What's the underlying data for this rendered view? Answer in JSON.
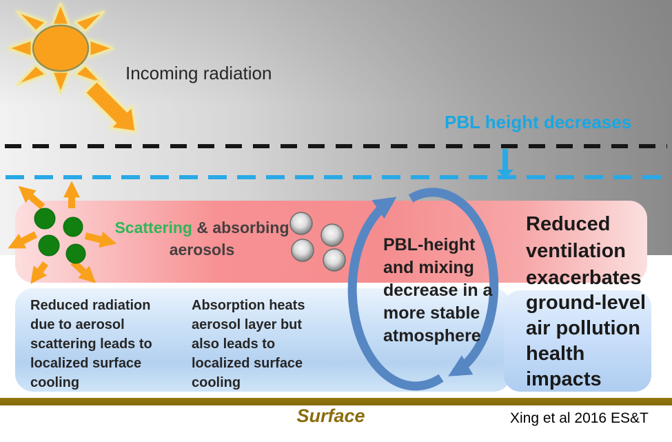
{
  "header": {
    "incoming_radiation": "Incoming radiation",
    "pbl_height_decreases": "PBL height decreases"
  },
  "aerosol_band": {
    "scattering": "Scattering",
    "absorbing_rest": " & absorbing",
    "line2": "aerosols"
  },
  "text_blocks": {
    "scattering_cooling": "Reduced radiation\ndue to aerosol\nscattering leads to\nlocalized surface\ncooling",
    "absorption_cooling": "Absorption heats\naerosol layer but\nalso leads to\nlocalized surface\ncooling",
    "pbl_mixing": "PBL-height\nand mixing\ndecrease in a\nmore stable\natmosphere",
    "reduced_ventilation": "Reduced\nventilation\nexacerbates",
    "ground_level_impacts": "ground-level\nair pollution\nhealth\nimpacts"
  },
  "footer": {
    "surface": "Surface",
    "citation": "Xing et al 2016 ES&T"
  },
  "icons": {
    "sun": "sun-icon",
    "incoming_arrow": "incoming-radiation-arrow-icon",
    "scattering_cluster": "scattering-aerosols-icon",
    "absorbing_spheres": "absorbing-aerosols-icon",
    "pbl_descent_arrow": "pbl-descent-arrow-icon",
    "circulation": "circulation-arrows-icon"
  },
  "colors": {
    "sun_orange": "#F9A11B",
    "glow_yellow": "#F6EDA6",
    "cyan_accent": "#29A9E6",
    "cyan_text": "#19A7E3",
    "scattering_green_text": "#2EB757",
    "aerosol_green": "#118011",
    "pink_band": "#F58D8F",
    "blue_box": "#B4D1F0",
    "circulation_blue": "#5787C3",
    "surface_olive": "#8A6D0B",
    "dark_text": "#262626"
  }
}
